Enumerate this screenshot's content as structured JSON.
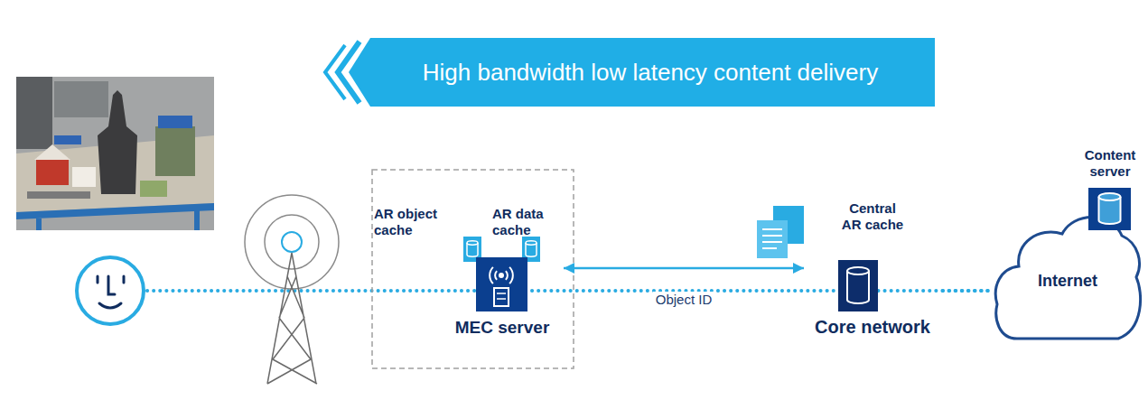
{
  "diagram": {
    "title": "High bandwidth low latency content delivery",
    "nodes": [
      {
        "text": [
          "AR object cache"
        ]
      },
      {
        "text": [
          "AR data cache"
        ]
      },
      {
        "text": [
          "MEC server"
        ]
      },
      {
        "text": [
          "Central AR cache",
          "Core network"
        ]
      },
      {
        "text": [
          "Content server"
        ]
      },
      {
        "text": [
          "Internet"
        ]
      }
    ],
    "edges": [
      {
        "from": 2,
        "to": 3,
        "arrow": "both",
        "label": "Object ID"
      },
      {
        "from": 3,
        "to": 5,
        "arrow": "none"
      }
    ]
  }
}
